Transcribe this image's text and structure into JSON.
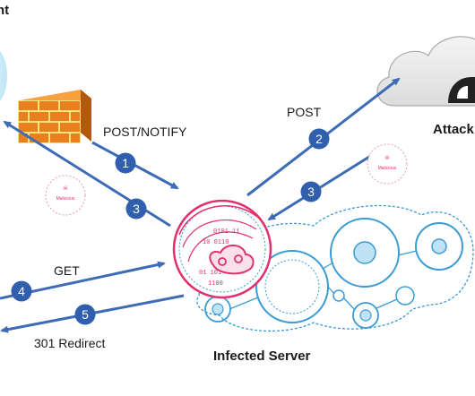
{
  "labels": {
    "client": "nt",
    "attacker": "Attack",
    "post_notify": "POST/NOTIFY",
    "post": "POST",
    "get": "GET",
    "redirect": "301 Redirect",
    "infected_server": "Infected Server"
  },
  "steps": [
    "1",
    "2",
    "3",
    "3",
    "4",
    "5"
  ],
  "badges": {
    "left": "Malicious",
    "right": "Malicious"
  },
  "colors": {
    "arrow": "#3d6bb8",
    "badge": "#2f5fad",
    "infection": "#e0306e",
    "server": "#3a9bd5",
    "firewall_brick": "#e8801f",
    "firewall_mortar": "#ffe47a"
  }
}
